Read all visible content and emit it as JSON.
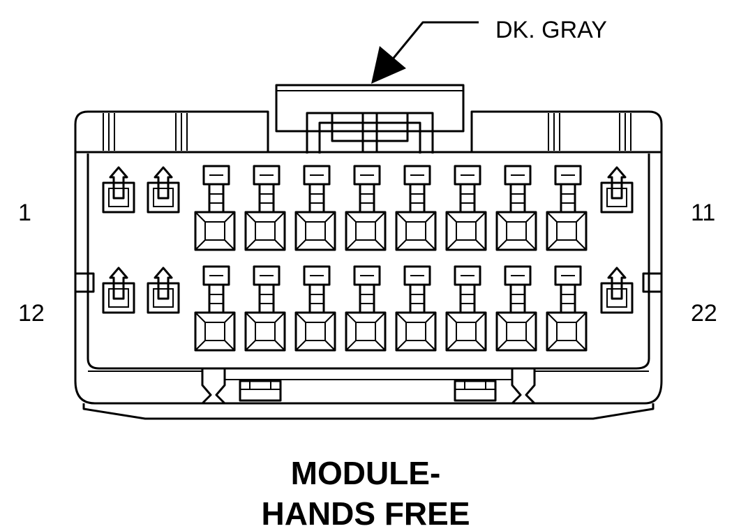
{
  "connector": {
    "color_callout": "DK. GRAY",
    "title_line1": "MODULE-",
    "title_line2": "HANDS FREE",
    "pin_labels": {
      "top_left": "1",
      "top_right": "11",
      "bottom_left": "12",
      "bottom_right": "22"
    },
    "rows": 2,
    "cavities_per_row": 11,
    "line_color": "#000000",
    "background_color": "#ffffff"
  }
}
